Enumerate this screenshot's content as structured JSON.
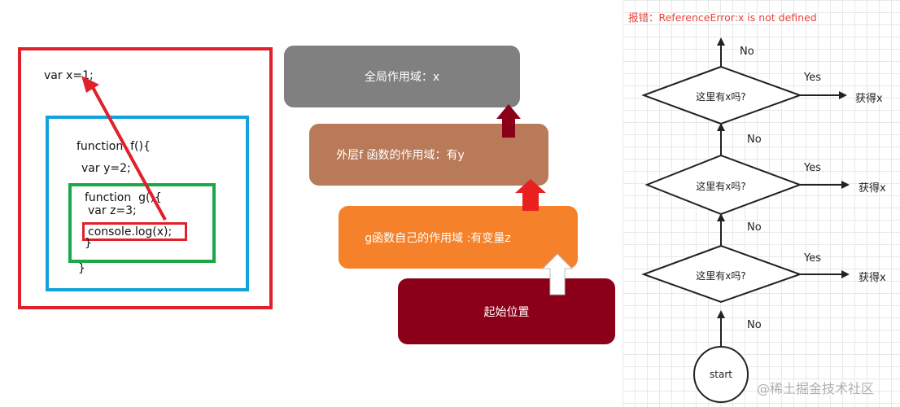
{
  "code": {
    "line_var_x": "var x=1;",
    "line_function_f": "function  f(){",
    "line_var_y": "var y=2;",
    "line_function_g": "function  g(){",
    "line_var_z": "var z=3;",
    "line_console_log": "console.log(x);",
    "line_close_g": "}",
    "line_close_f": "}"
  },
  "scopes": {
    "global": "全局作用域：x",
    "outer_f": "外层f 函数的作用域：有y",
    "g_own": "g函数自己的作用域 :有变量z",
    "start_position": "起始位置"
  },
  "flowchart": {
    "error": "报错：ReferenceError:x is not defined",
    "decision_1": "这里有x吗?",
    "decision_2": "这里有x吗?",
    "decision_3": "这里有x吗?",
    "yes_1": "Yes",
    "yes_2": "Yes",
    "yes_3": "Yes",
    "no_top": "No",
    "no_2": "No",
    "no_3": "No",
    "no_bottom": "No",
    "result_1": "获得x",
    "result_2": "获得x",
    "result_3": "获得x",
    "start": "start"
  },
  "watermark": "@稀土掘金技术社区",
  "colors": {
    "global_scope": "#808080",
    "outer_scope": "#b87a58",
    "g_scope": "#f5822a",
    "start_scope": "#8b0018",
    "red_frame": "#e0202a",
    "blue_frame": "#12a3dc",
    "green_frame": "#1aa84a",
    "error_text": "#e8453c"
  }
}
